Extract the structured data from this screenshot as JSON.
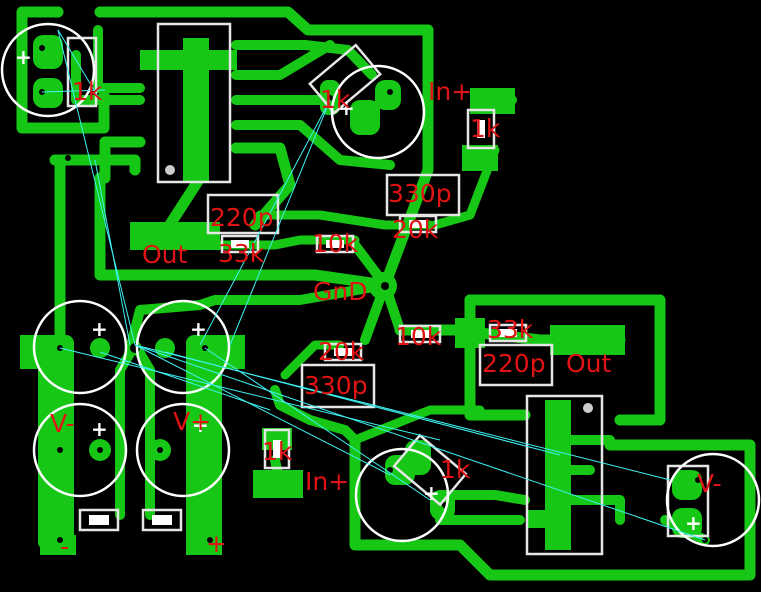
{
  "colors": {
    "background": "#000000",
    "copper": "#16c716",
    "silkscreen": "#e01414",
    "outline": "#e6e6e6",
    "ratsnest": "#3ff3f3"
  },
  "labels": {
    "in_plus_top": "In+",
    "r_1k_top_left": "1k",
    "r_1k_top_right": "1k",
    "r_1k_bottom": "1k",
    "c_220p_top": "220p",
    "c_330p_top": "330p",
    "r_20k_top": "20k",
    "out_left": "Out",
    "r_33k_top": "33k",
    "r_10k_top": "10k",
    "gnd": "GnD",
    "r_10k_bottom": "10k",
    "r_33k_bottom": "33k",
    "c_220p_bottom": "220p",
    "out_right": "Out",
    "r_20k_bottom": "20k",
    "c_330p_bottom": "330p",
    "v_minus_left": "V-",
    "v_plus_left": "V+",
    "in_plus_bottom": "In+",
    "v_minus_right": "V-",
    "minus_sign": "-",
    "plus_sign": "+"
  },
  "marks": {
    "cap_plus": "+"
  }
}
